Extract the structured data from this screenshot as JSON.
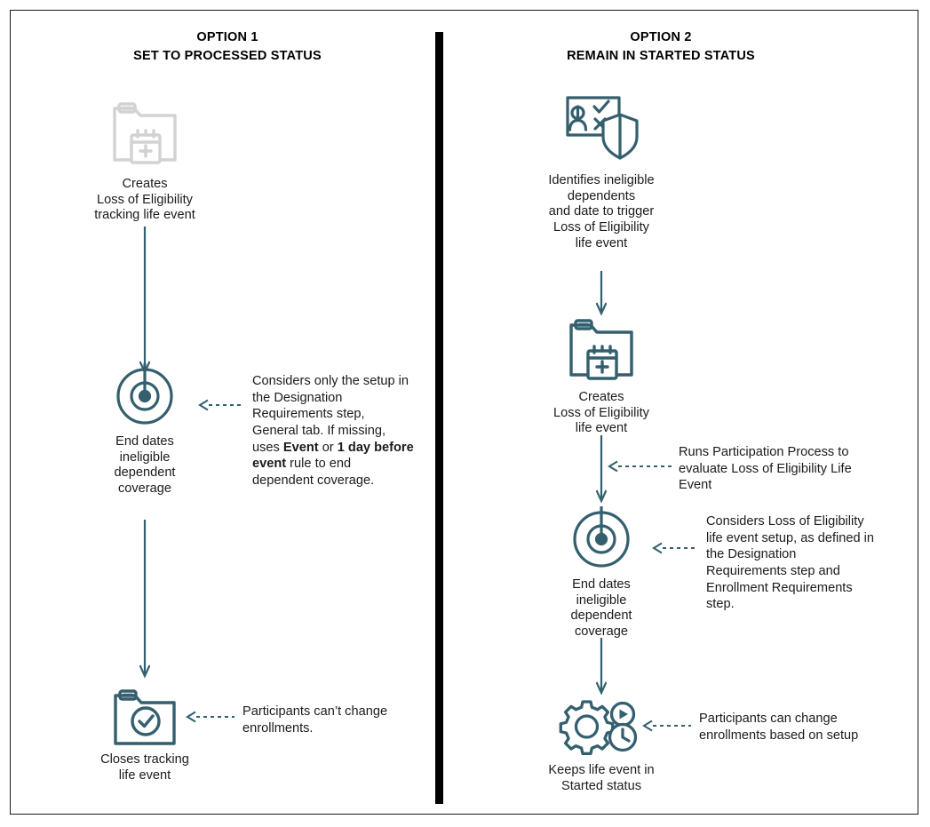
{
  "diagram": {
    "title_left_line1": "OPTION 1",
    "title_left_line2": "SET TO PROCESSED STATUS",
    "title_right_line1": "OPTION 2",
    "title_right_line2": "REMAIN IN STARTED STATUS",
    "colors": {
      "teal": "#335f6e",
      "gray_icon": "#d2d2d2",
      "text": "#1b1b1b",
      "divider": "#000000",
      "frame_border": "#1a1a1a"
    }
  },
  "left_column": {
    "nodes": [
      {
        "icon": "folder-calendar-plus-icon",
        "label": "Creates\nLoss of Eligibility\ntracking life event"
      },
      {
        "icon": "target-dot-icon",
        "label": "End dates\nineligible\ndependent\ncoverage"
      },
      {
        "icon": "folder-check-icon",
        "label": "Closes tracking\nlife event"
      }
    ],
    "callouts": [
      {
        "segments": [
          {
            "text": "Considers only the setup in the Designation Requirements step, General tab. If missing, uses ",
            "bold": false
          },
          {
            "text": "Event",
            "bold": true
          },
          {
            "text": " or ",
            "bold": false
          },
          {
            "text": "1 day before event",
            "bold": true
          },
          {
            "text": " rule to end dependent coverage.",
            "bold": false
          }
        ]
      },
      {
        "segments": [
          {
            "text": "Participants can’t change enrollments.",
            "bold": false
          }
        ]
      }
    ]
  },
  "right_column": {
    "nodes": [
      {
        "icon": "person-check-x-shield-icon",
        "label": "Identifies ineligible\ndependents\nand date to trigger\nLoss of Eligibility\nlife event"
      },
      {
        "icon": "folder-calendar-plus-icon",
        "label": "Creates\nLoss of Eligibility\nlife event"
      },
      {
        "icon": "target-dot-icon",
        "label": "End dates\nineligible\ndependent\ncoverage"
      },
      {
        "icon": "gear-play-clock-icon",
        "label": "Keeps life event in\nStarted status"
      }
    ],
    "callouts": [
      {
        "segments": [
          {
            "text": "Runs Participation Process to evaluate Loss of Eligibility Life Event",
            "bold": false
          }
        ]
      },
      {
        "segments": [
          {
            "text": "Considers Loss of Eligibility life event setup, as defined in the Designation Requirements step and Enrollment Requirements step.",
            "bold": false
          }
        ]
      },
      {
        "segments": [
          {
            "text": "Participants can change enrollments based on setup",
            "bold": false
          }
        ]
      }
    ]
  }
}
